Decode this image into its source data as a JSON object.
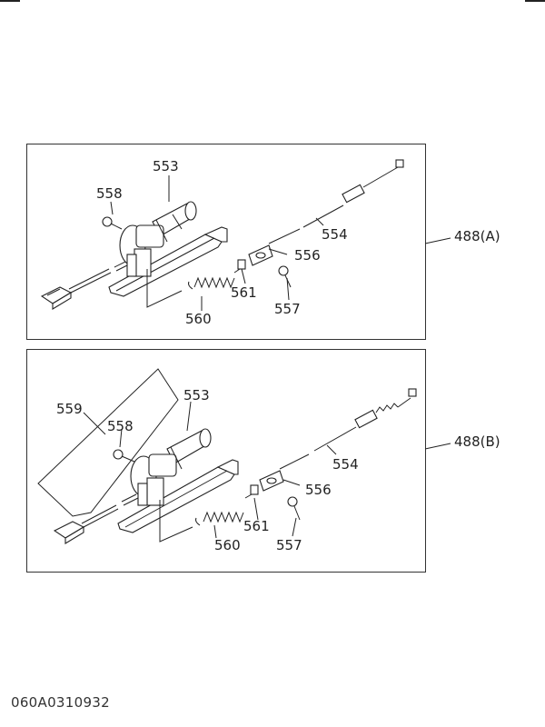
{
  "diagram_a": {
    "ref_label": "488(A)",
    "parts": {
      "motor": "553",
      "bolt_top": "558",
      "cable": "554",
      "clamp": "556",
      "pin": "561",
      "bolt_right": "557",
      "spring": "560"
    }
  },
  "diagram_b": {
    "ref_label": "488(B)",
    "parts": {
      "cover": "559",
      "motor": "553",
      "bolt_top": "558",
      "cable": "554",
      "clamp": "556",
      "pin": "561",
      "bolt_right": "557",
      "spring": "560"
    }
  },
  "footer": {
    "drawing_code": "060A0310932"
  }
}
